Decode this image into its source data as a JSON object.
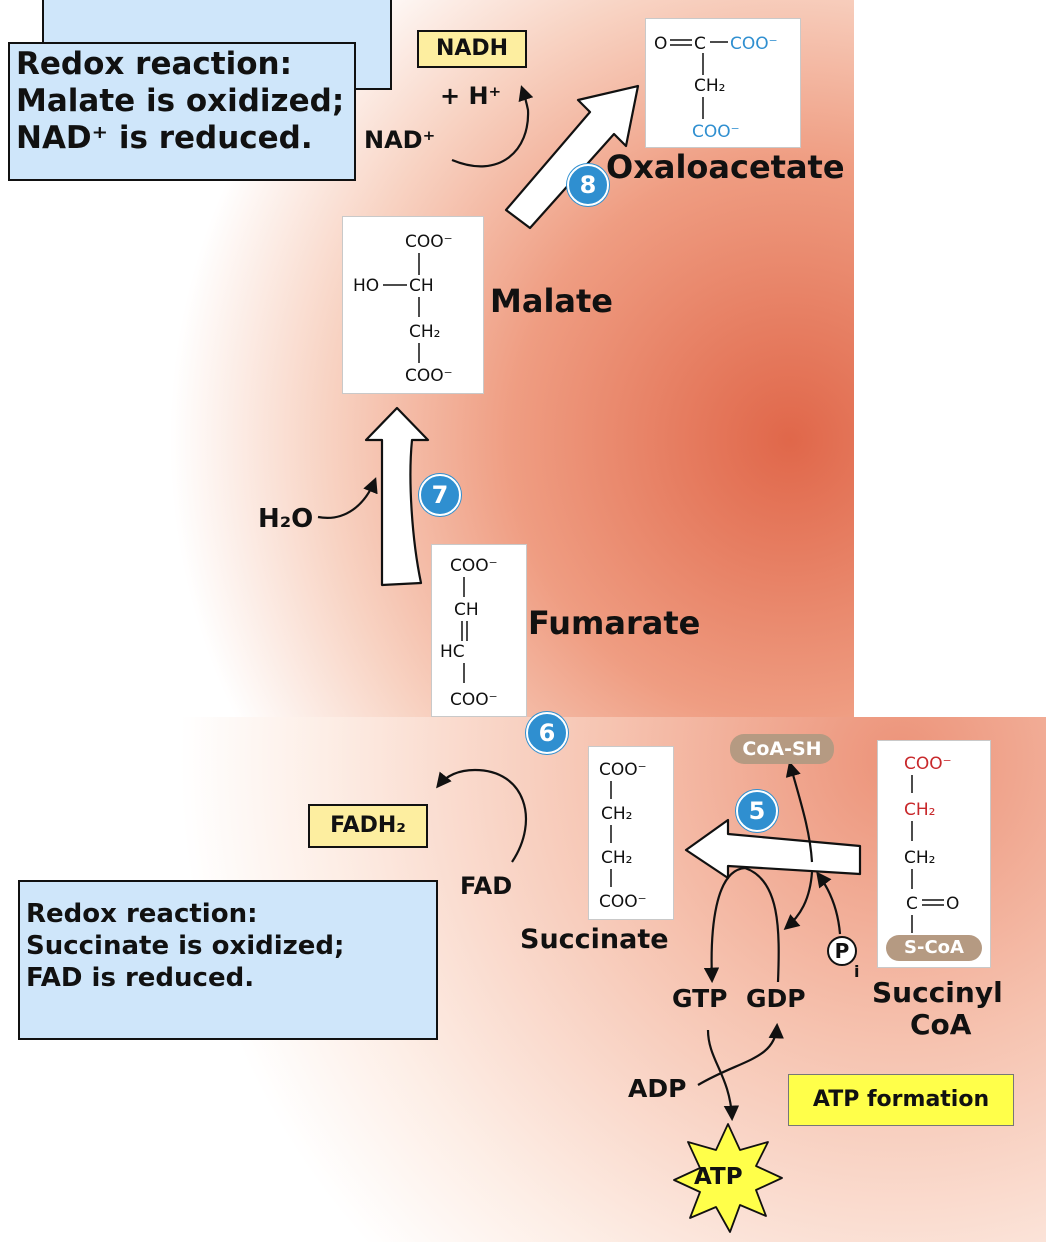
{
  "callouts": {
    "malate_redox": {
      "line1": "Redox reaction:",
      "line2": "Malate is oxidized;",
      "line3": "NAD⁺ is reduced."
    },
    "succinate_redox": {
      "line1": "Redox reaction:",
      "line2": "Succinate is oxidized;",
      "line3": "FAD is reduced."
    }
  },
  "compounds": {
    "oxaloacetate": "Oxaloacetate",
    "malate": "Malate",
    "fumarate": "Fumarate",
    "succinate": "Succinate",
    "succinyl_coa_line1": "Succinyl",
    "succinyl_coa_line2": "CoA"
  },
  "cofactors": {
    "nadh": "NADH",
    "h_plus": "+ H⁺",
    "nad_plus": "NAD⁺",
    "h2o": "H₂O",
    "fadh2": "FADH₂",
    "fad": "FAD",
    "coa_sh": "CoA-SH",
    "pi_letter": "P",
    "pi_sub": "i",
    "gtp": "GTP",
    "gdp": "GDP",
    "adp": "ADP",
    "atp": "ATP",
    "atp_formation": "ATP formation"
  },
  "steps": {
    "s5": "5",
    "s6": "6",
    "s7": "7",
    "s8": "8"
  },
  "structures": {
    "oxaloacetate": {
      "o_eq": "O",
      "c_top": "C",
      "coo_top": "COO⁻",
      "ch2": "CH₂",
      "coo_bottom": "COO⁻"
    },
    "malate": {
      "coo_top": "COO⁻",
      "ho": "HO",
      "ch": "CH",
      "ch2": "CH₂",
      "coo_bottom": "COO⁻"
    },
    "fumarate": {
      "coo_top": "COO⁻",
      "ch": "CH",
      "hc": "HC",
      "coo_bottom": "COO⁻"
    },
    "succinate": {
      "coo_top": "COO⁻",
      "ch2_a": "CH₂",
      "ch2_b": "CH₂",
      "coo_bottom": "COO⁻"
    },
    "succinyl_coa": {
      "coo_top": "COO⁻",
      "ch2_a": "CH₂",
      "ch2_b": "CH₂",
      "c": "C",
      "o": "O",
      "scoa": "S-CoA"
    }
  },
  "colors": {
    "accent_red": "#e0674a",
    "callout_blue": "#cfe6fa",
    "step_blue": "#2f8fd0",
    "highlight_yellow": "#ffff4a",
    "coa_pill": "#b59a82",
    "carbon_red": "#c8282b",
    "carbon_blue": "#2f8fd0"
  }
}
